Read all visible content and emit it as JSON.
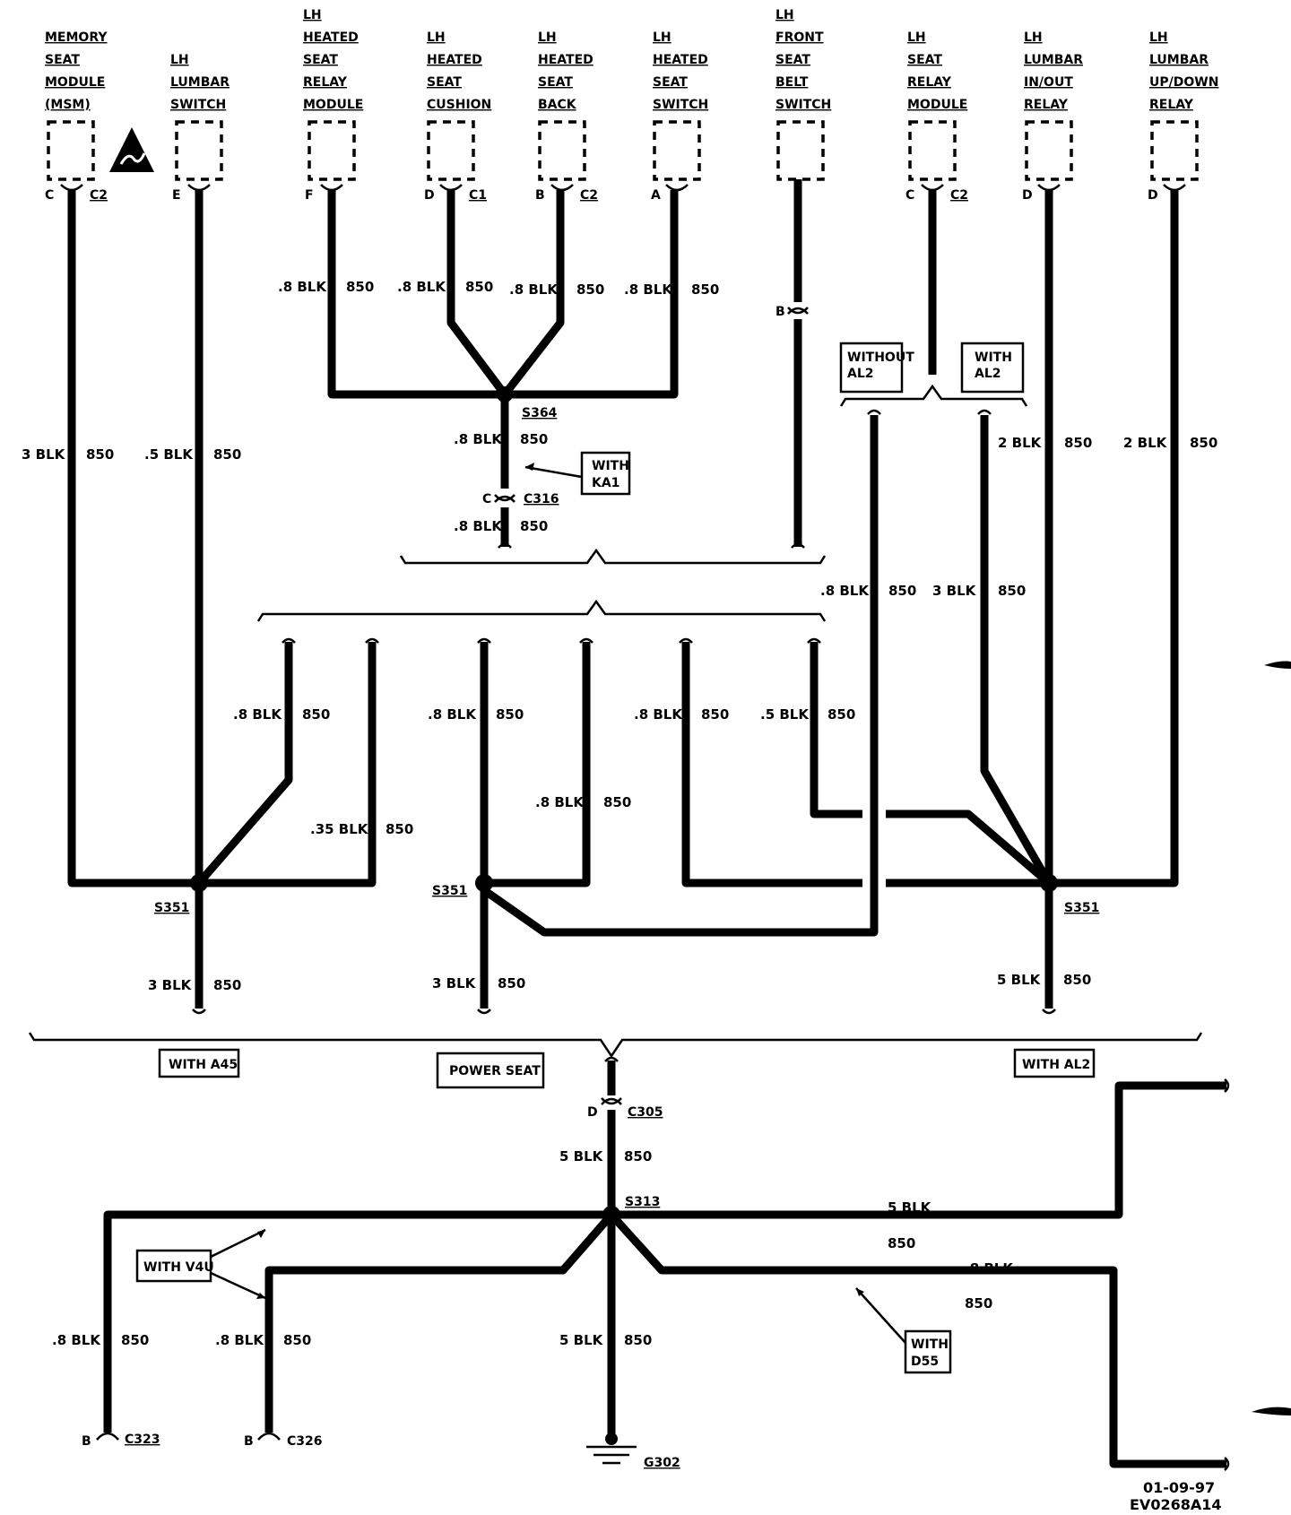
{
  "components": [
    {
      "name": [
        "MEMORY",
        "SEAT",
        "MODULE",
        "(MSM)"
      ],
      "pin": "C",
      "conn": "C2"
    },
    {
      "name": [
        "LH",
        "LUMBAR",
        "SWITCH"
      ],
      "pin": "E",
      "conn": ""
    },
    {
      "name": [
        "LH",
        "HEATED",
        "SEAT",
        "RELAY",
        "MODULE"
      ],
      "pin": "F",
      "conn": ""
    },
    {
      "name": [
        "LH",
        "HEATED",
        "SEAT",
        "CUSHION"
      ],
      "pin": "D",
      "conn": "C1"
    },
    {
      "name": [
        "LH",
        "HEATED",
        "SEAT",
        "BACK"
      ],
      "pin": "B",
      "conn": "C2"
    },
    {
      "name": [
        "LH",
        "HEATED",
        "SEAT",
        "SWITCH"
      ],
      "pin": "A",
      "conn": ""
    },
    {
      "name": [
        "LH",
        "FRONT",
        "SEAT",
        "BELT",
        "SWITCH"
      ],
      "pin": "",
      "conn": ""
    },
    {
      "name": [
        "LH",
        "SEAT",
        "RELAY",
        "MODULE"
      ],
      "pin": "C",
      "conn": "C2"
    },
    {
      "name": [
        "LH",
        "LUMBAR",
        "IN/OUT",
        "RELAY"
      ],
      "pin": "D",
      "conn": ""
    },
    {
      "name": [
        "LH",
        "LUMBAR",
        "UP/DOWN",
        "RELAY"
      ],
      "pin": "D",
      "conn": ""
    }
  ],
  "wire_labels": {
    "blk_3": "3 BLK",
    "blk_5": ".5 BLK",
    "blk_8": ".8 BLK",
    "blk_2": "2 BLK",
    "blk_35": ".35 BLK",
    "blk_5big": "5 BLK",
    "circuit": "850"
  },
  "splices": {
    "s364": "S364",
    "s351": "S351",
    "s313": "S313"
  },
  "connectors": {
    "c316": "C316",
    "c316_pin": "C",
    "b_pin": "B",
    "c305": "C305",
    "c305_pin": "D",
    "c323": "C323",
    "c326": "C326",
    "b323_pin": "B",
    "b326_pin": "B",
    "g302": "G302"
  },
  "options": {
    "with_ka1": [
      "WITH",
      "KA1"
    ],
    "without_al2": [
      "WITHOUT",
      "AL2"
    ],
    "with_al2_top": [
      "WITH",
      "AL2"
    ],
    "with_a45": "WITH A45",
    "power_seat": "POWER SEAT",
    "with_al2": "WITH AL2",
    "with_v4u": "WITH V4U",
    "with_d55": [
      "WITH",
      "D55"
    ]
  },
  "footer": {
    "date": "01-09-97",
    "code": "EV0268A14"
  }
}
